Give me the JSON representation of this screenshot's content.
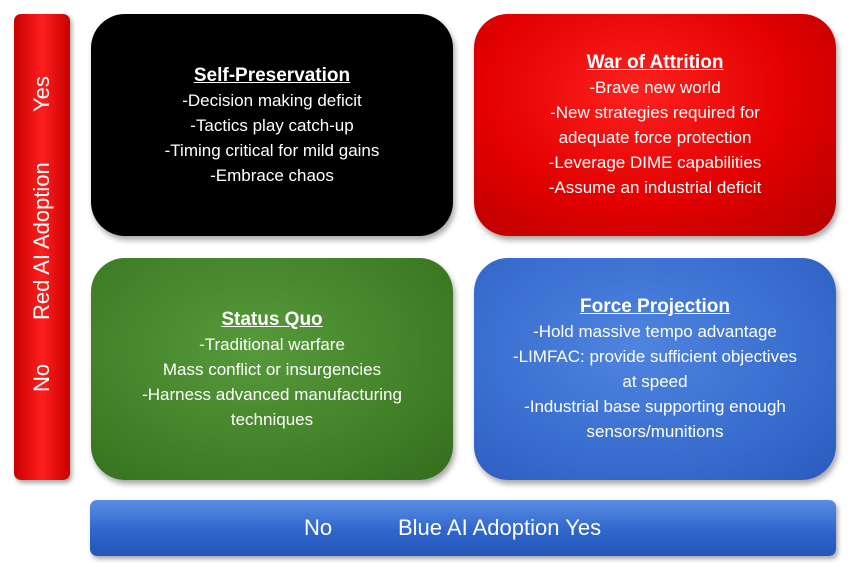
{
  "y_axis": {
    "no_label": "No",
    "title": "Red AI Adoption",
    "yes_label": "Yes",
    "color": "#e60000"
  },
  "x_axis": {
    "no_label": "No",
    "title": "Blue AI Adoption",
    "yes_label": "Yes",
    "color": "#2f66cc"
  },
  "quadrants": {
    "top_left": {
      "title": "Self-Preservation",
      "color": "#000000",
      "lines": [
        "-Decision making deficit",
        "-Tactics play catch-up",
        "-Timing critical for mild gains",
        "-Embrace chaos"
      ]
    },
    "top_right": {
      "title": "War of Attrition",
      "color": "#e20000",
      "lines": [
        "-Brave new world",
        "-New strategies required for",
        "adequate force protection",
        "-Leverage DIME capabilities",
        "-Assume an industrial deficit"
      ]
    },
    "bottom_left": {
      "title": "Status Quo",
      "color": "#44832a",
      "lines": [
        "-Traditional warfare",
        "Mass conflict or insurgencies",
        "-Harness advanced manufacturing",
        "techniques"
      ]
    },
    "bottom_right": {
      "title": "Force Projection",
      "color": "#3a6fd0",
      "lines": [
        "-Hold massive tempo advantage",
        "-LIMFAC: provide sufficient objectives",
        "at speed",
        "-Industrial base supporting enough",
        "sensors/munitions"
      ]
    }
  }
}
